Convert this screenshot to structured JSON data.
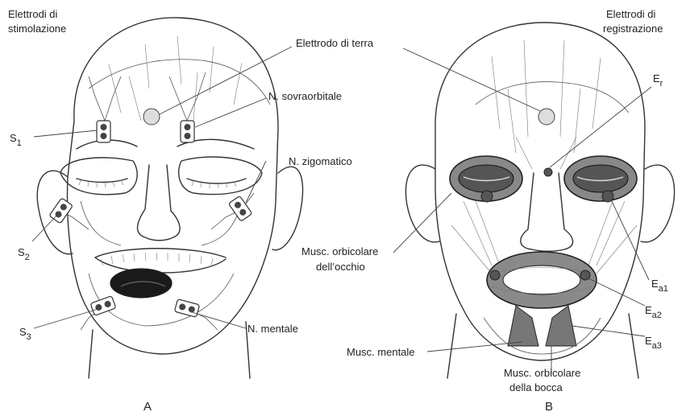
{
  "panel_a": {
    "letter": "A",
    "title_line1": "Elettrodi di",
    "title_line2": "stimolazione",
    "labels": {
      "ground_electrode": "Elettrodo di terra",
      "supraorbital": "N. sovraorbitale",
      "zygomatic": "N. zigomatico",
      "mental_nerve": "N. mentale",
      "s1": "S",
      "s1_sub": "1",
      "s2": "S",
      "s2_sub": "2",
      "s3": "S",
      "s3_sub": "3"
    }
  },
  "panel_b": {
    "letter": "B",
    "title_line1": "Elettrodi di",
    "title_line2": "registrazione",
    "labels": {
      "er": "E",
      "er_sub": "r",
      "orbicularis_eye_line1": "Musc. orbicolare",
      "orbicularis_eye_line2": "dell’occhio",
      "ea1": "E",
      "ea1_sub": "a1",
      "ea2": "E",
      "ea2_sub": "a2",
      "ea3": "E",
      "ea3_sub": "a3",
      "mentalis": "Musc. mentale",
      "orbicularis_mouth_line1": "Musc. orbicolare",
      "orbicularis_mouth_line2": "della bocca"
    }
  }
}
